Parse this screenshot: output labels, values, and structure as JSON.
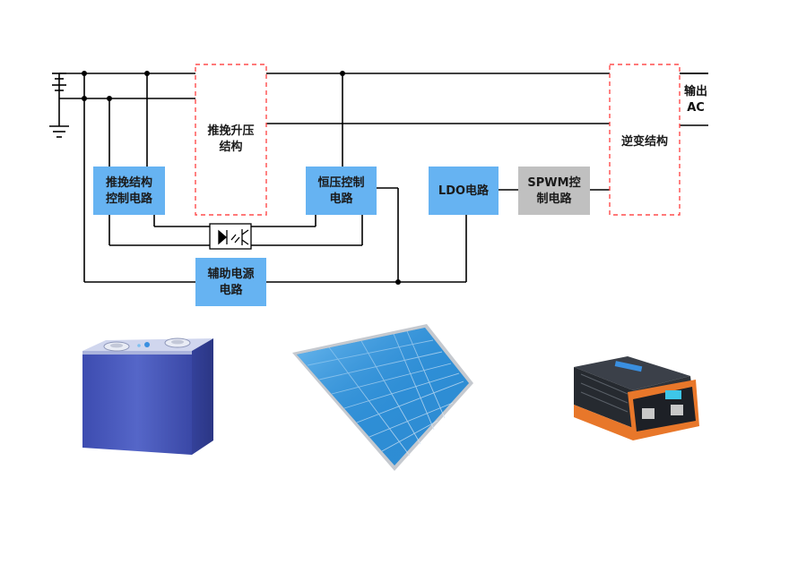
{
  "colors": {
    "wire": "#000000",
    "block_fill": "#66b3f2",
    "spwm_fill": "#c0c0c0",
    "dashed_border": "#ff4d4d",
    "battery_body": "#4858b8",
    "battery_top": "#c9d0ea",
    "panel_cell": "#2f8fd6",
    "panel_frame": "#c5c9cf",
    "inverter_body": "#262a30",
    "inverter_orange": "#e8772a"
  },
  "blocks": {
    "push_pull_control": {
      "line1": "推挽结构",
      "line2": "控制电路"
    },
    "push_pull_boost": {
      "line1": "推挽升压",
      "line2": "结构"
    },
    "constant_voltage": {
      "line1": "恒压控制",
      "line2": "电路"
    },
    "ldo": {
      "line1": "LDO电路"
    },
    "spwm": {
      "line1": "SPWM控",
      "line2": "制电路"
    },
    "inverter": {
      "line1": "逆变结构"
    },
    "aux_power": {
      "line1": "辅助电源",
      "line2": "电路"
    }
  },
  "output_label": {
    "line1": "输出",
    "line2": "AC"
  },
  "icons": {
    "battery_cell": "battery-cell-icon",
    "solar_panel": "solar-panel-icon",
    "inverter_device": "inverter-device-icon",
    "optocoupler": "optocoupler-icon",
    "ground": "ground-icon",
    "dc_source": "dc-source-icon"
  }
}
